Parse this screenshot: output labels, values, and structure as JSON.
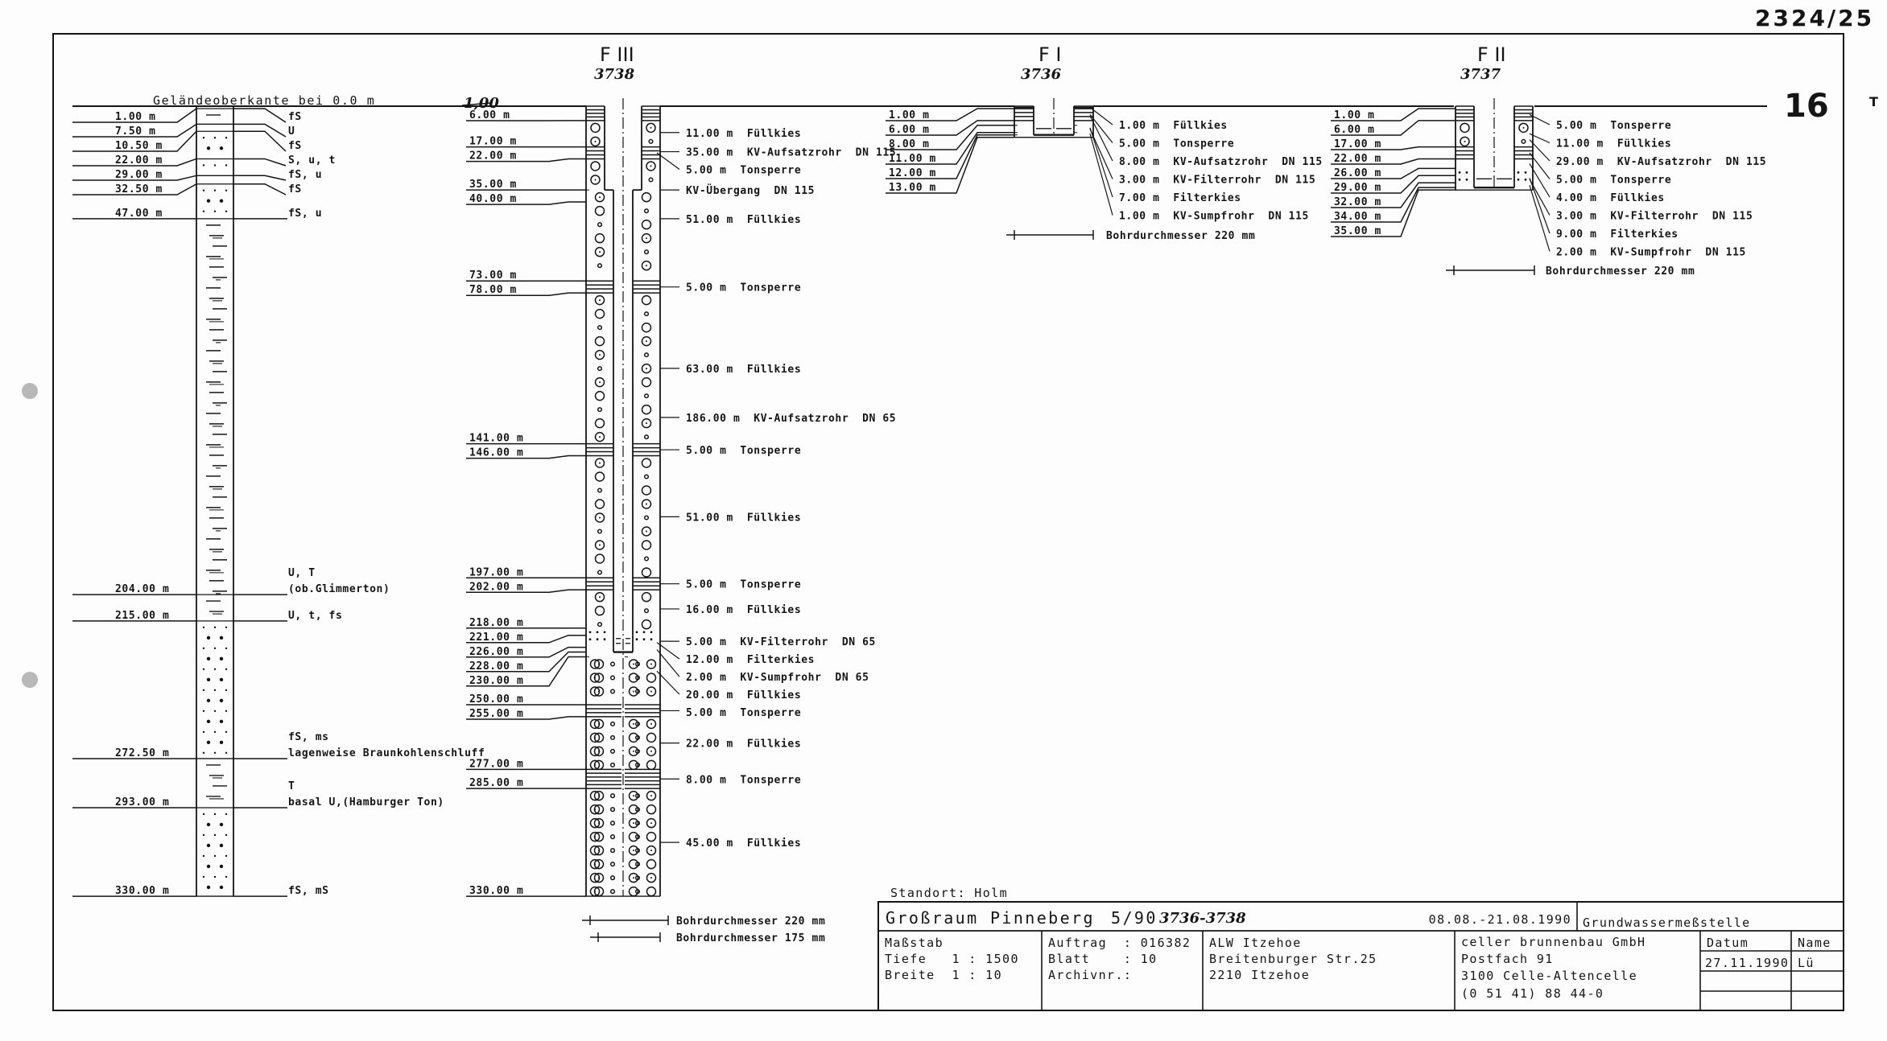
{
  "sheet": {
    "archive_number": "2324/25",
    "sheet_number": "16",
    "edge_mark": "T"
  },
  "ground_label": "Geländeoberkante bei 0.0 m",
  "lithology": [
    {
      "depth": 1,
      "label": "1.00 m",
      "desc": [
        "fS"
      ]
    },
    {
      "depth": 7.5,
      "label": "7.50 m",
      "desc": [
        "U"
      ]
    },
    {
      "depth": 10.5,
      "label": "10.50 m",
      "desc": [
        "fS"
      ]
    },
    {
      "depth": 22,
      "label": "22.00 m",
      "desc": [
        "S, u, t"
      ]
    },
    {
      "depth": 29,
      "label": "29.00 m",
      "desc": [
        "fS, u"
      ]
    },
    {
      "depth": 32.5,
      "label": "32.50 m",
      "desc": [
        "fS"
      ]
    },
    {
      "depth": 47,
      "label": "47.00 m",
      "desc": [
        "fS, u"
      ]
    },
    {
      "depth": 204,
      "label": "204.00 m",
      "desc": [
        "U, T",
        "(ob.Glimmerton)"
      ]
    },
    {
      "depth": 215,
      "label": "215.00 m",
      "desc": [
        "U, t, fs"
      ]
    },
    {
      "depth": 272.5,
      "label": "272.50 m",
      "desc": [
        "fS, ms",
        "lagenweise Braunkohlenschluff"
      ]
    },
    {
      "depth": 293,
      "label": "293.00 m",
      "desc": [
        "T",
        "basal U,(Hamburger Ton)"
      ]
    },
    {
      "depth": 330,
      "label": "330.00 m",
      "desc": [
        "fS, mS"
      ]
    }
  ],
  "wells": [
    {
      "name": "F III",
      "number": "3738",
      "note": "1,00",
      "marks": [
        {
          "depth": 6,
          "label": "6.00 m"
        },
        {
          "depth": 17,
          "label": "17.00 m"
        },
        {
          "depth": 22,
          "label": "22.00 m"
        },
        {
          "depth": 35,
          "label": "35.00 m"
        },
        {
          "depth": 40,
          "label": "40.00 m"
        },
        {
          "depth": 73,
          "label": "73.00 m"
        },
        {
          "depth": 78,
          "label": "78.00 m"
        },
        {
          "depth": 141,
          "label": "141.00 m"
        },
        {
          "depth": 146,
          "label": "146.00 m"
        },
        {
          "depth": 197,
          "label": "197.00 m"
        },
        {
          "depth": 202,
          "label": "202.00 m"
        },
        {
          "depth": 218,
          "label": "218.00 m"
        },
        {
          "depth": 221,
          "label": "221.00 m"
        },
        {
          "depth": 226,
          "label": "226.00 m"
        },
        {
          "depth": 228,
          "label": "228.00 m"
        },
        {
          "depth": 230,
          "label": "230.00 m"
        },
        {
          "depth": 250,
          "label": "250.00 m"
        },
        {
          "depth": 255,
          "label": "255.00 m"
        },
        {
          "depth": 277,
          "label": "277.00 m"
        },
        {
          "depth": 285,
          "label": "285.00 m"
        },
        {
          "depth": 330,
          "label": "330.00 m"
        }
      ],
      "annotations": [
        {
          "ref": 11,
          "text": "11.00 m  Füllkies"
        },
        {
          "ref": 19,
          "text": "35.00 m  KV-Aufsatzrohr  DN 115"
        },
        {
          "ref": 19.5,
          "text": "5.00 m  Tonsperre"
        },
        {
          "ref": 35,
          "text": "KV-Übergang  DN 115"
        },
        {
          "ref": 47,
          "text": "51.00 m  Füllkies"
        },
        {
          "ref": 75.5,
          "text": "5.00 m  Tonsperre"
        },
        {
          "ref": 109.5,
          "text": "63.00 m  Füllkies"
        },
        {
          "ref": 130,
          "text": "186.00 m  KV-Aufsatzrohr  DN 65"
        },
        {
          "ref": 143.5,
          "text": "5.00 m  Tonsperre"
        },
        {
          "ref": 171.5,
          "text": "51.00 m  Füllkies"
        },
        {
          "ref": 199.5,
          "text": "5.00 m  Tonsperre"
        },
        {
          "ref": 210,
          "text": "16.00 m  Füllkies"
        },
        {
          "ref": 223.5,
          "text": "5.00 m  KV-Filterrohr  DN 65"
        },
        {
          "ref": 224,
          "text": "12.00 m  Filterkies"
        },
        {
          "ref": 227,
          "text": "2.00 m  KV-Sumpfrohr  DN 65"
        },
        {
          "ref": 236,
          "text": "20.00 m  Füllkies"
        },
        {
          "ref": 252.5,
          "text": "5.00 m  Tonsperre"
        },
        {
          "ref": 266,
          "text": "22.00 m  Füllkies"
        },
        {
          "ref": 281,
          "text": "8.00 m  Tonsperre"
        },
        {
          "ref": 307.5,
          "text": "45.00 m  Füllkies"
        }
      ],
      "fills": [
        {
          "from": 0,
          "to": 6,
          "type": "ton"
        },
        {
          "from": 6,
          "to": 17,
          "type": "kies"
        },
        {
          "from": 17,
          "to": 22,
          "type": "ton"
        },
        {
          "from": 22,
          "to": 73,
          "type": "kies"
        },
        {
          "from": 73,
          "to": 78,
          "type": "ton"
        },
        {
          "from": 78,
          "to": 141,
          "type": "kies"
        },
        {
          "from": 141,
          "to": 146,
          "type": "ton"
        },
        {
          "from": 146,
          "to": 197,
          "type": "kies"
        },
        {
          "from": 197,
          "to": 202,
          "type": "ton"
        },
        {
          "from": 202,
          "to": 218,
          "type": "kies"
        },
        {
          "from": 218,
          "to": 230,
          "type": "filter"
        },
        {
          "from": 230,
          "to": 250,
          "type": "kies"
        },
        {
          "from": 250,
          "to": 255,
          "type": "ton"
        },
        {
          "from": 255,
          "to": 277,
          "type": "kies"
        },
        {
          "from": 277,
          "to": 285,
          "type": "ton"
        },
        {
          "from": 285,
          "to": 330,
          "type": "kies"
        }
      ],
      "casing": [
        {
          "from": 0,
          "to": 35,
          "type": "aufsatz",
          "dn": 115
        },
        {
          "from": 35,
          "to": 221,
          "type": "aufsatz",
          "dn": 65
        },
        {
          "from": 221,
          "to": 226,
          "type": "filter",
          "dn": 65
        },
        {
          "from": 226,
          "to": 228,
          "type": "sump",
          "dn": 65
        }
      ],
      "bore": [
        "Bohrdurchmesser 220 mm",
        "Bohrdurchmesser 175 mm"
      ]
    },
    {
      "name": "F I",
      "number": "3736",
      "marks": [
        {
          "depth": 1,
          "label": "1.00 m"
        },
        {
          "depth": 6,
          "label": "6.00 m"
        },
        {
          "depth": 8,
          "label": "8.00 m"
        },
        {
          "depth": 11,
          "label": "11.00 m"
        },
        {
          "depth": 12,
          "label": "12.00 m"
        },
        {
          "depth": 13,
          "label": "13.00 m"
        }
      ],
      "annotations": [
        {
          "ref": 0.5,
          "text": "1.00 m  Füllkies"
        },
        {
          "ref": 3.5,
          "text": "5.00 m  Tonsperre"
        },
        {
          "ref": 4,
          "text": "8.00 m  KV-Aufsatzrohr  DN 115"
        },
        {
          "ref": 9.5,
          "text": "3.00 m  KV-Filterrohr  DN 115"
        },
        {
          "ref": 9,
          "text": "7.00 m  Filterkies"
        },
        {
          "ref": 11.5,
          "text": "1.00 m  KV-Sumpfrohr  DN 115"
        }
      ],
      "fills": [
        {
          "from": 0,
          "to": 1,
          "type": "ton"
        },
        {
          "from": 1,
          "to": 6,
          "type": "ton"
        },
        {
          "from": 6,
          "to": 13,
          "type": "kies"
        }
      ],
      "casing": [
        {
          "from": 0,
          "to": 8,
          "type": "aufsatz",
          "dn": 115
        },
        {
          "from": 8,
          "to": 11,
          "type": "filter",
          "dn": 115
        },
        {
          "from": 11,
          "to": 12,
          "type": "sump",
          "dn": 115
        }
      ],
      "bore": [
        "Bohrdurchmesser 220 mm"
      ]
    },
    {
      "name": "F II",
      "number": "3737",
      "marks": [
        {
          "depth": 1,
          "label": "1.00 m"
        },
        {
          "depth": 6,
          "label": "6.00 m"
        },
        {
          "depth": 17,
          "label": "17.00 m"
        },
        {
          "depth": 22,
          "label": "22.00 m"
        },
        {
          "depth": 26,
          "label": "26.00 m"
        },
        {
          "depth": 29,
          "label": "29.00 m"
        },
        {
          "depth": 32,
          "label": "32.00 m"
        },
        {
          "depth": 34,
          "label": "34.00 m"
        },
        {
          "depth": 35,
          "label": "35.00 m"
        }
      ],
      "annotations": [
        {
          "ref": 3.5,
          "text": "5.00 m  Tonsperre"
        },
        {
          "ref": 11.5,
          "text": "11.00 m  Füllkies"
        },
        {
          "ref": 14,
          "text": "29.00 m  KV-Aufsatzrohr  DN 115"
        },
        {
          "ref": 19.5,
          "text": "5.00 m  Tonsperre"
        },
        {
          "ref": 24,
          "text": "4.00 m  Füllkies"
        },
        {
          "ref": 30.5,
          "text": "3.00 m  KV-Filterrohr  DN 115"
        },
        {
          "ref": 30,
          "text": "9.00 m  Filterkies"
        },
        {
          "ref": 33,
          "text": "2.00 m  KV-Sumpfrohr  DN 115"
        }
      ],
      "fills": [
        {
          "from": 0,
          "to": 6,
          "type": "ton"
        },
        {
          "from": 6,
          "to": 17,
          "type": "kies"
        },
        {
          "from": 17,
          "to": 22,
          "type": "ton"
        },
        {
          "from": 22,
          "to": 26,
          "type": "kies"
        },
        {
          "from": 26,
          "to": 35,
          "type": "filter"
        }
      ],
      "casing": [
        {
          "from": 0,
          "to": 29,
          "type": "aufsatz",
          "dn": 115
        },
        {
          "from": 29,
          "to": 32,
          "type": "filter",
          "dn": 115
        },
        {
          "from": 32,
          "to": 34,
          "type": "sump",
          "dn": 115
        }
      ],
      "bore": [
        "Bohrdurchmesser 220 mm"
      ]
    }
  ],
  "title_block": {
    "location": "Standort: Holm",
    "project": "Großraum Pinneberg",
    "project_code": "5/90",
    "well_numbers": "3736-3738",
    "period": "08.08.-21.08.1990",
    "type": "Grundwassermeßstelle",
    "scale": [
      "Maßstab",
      "Tiefe   1 : 1500",
      "Breite  1 : 10"
    ],
    "order": [
      "Auftrag  : 016382",
      "Blatt    : 10",
      "Archivnr.:"
    ],
    "client": [
      "ALW Itzehoe",
      "Breitenburger Str.25",
      "2210 Itzehoe"
    ],
    "contractor": [
      "celler brunnenbau GmbH",
      "Postfach 91",
      "3100 Celle-Altencelle",
      "(0 51 41) 88 44-0"
    ],
    "datum_header": "Datum",
    "name_header": "Name",
    "date": "27.11.1990",
    "name": "Lü"
  }
}
